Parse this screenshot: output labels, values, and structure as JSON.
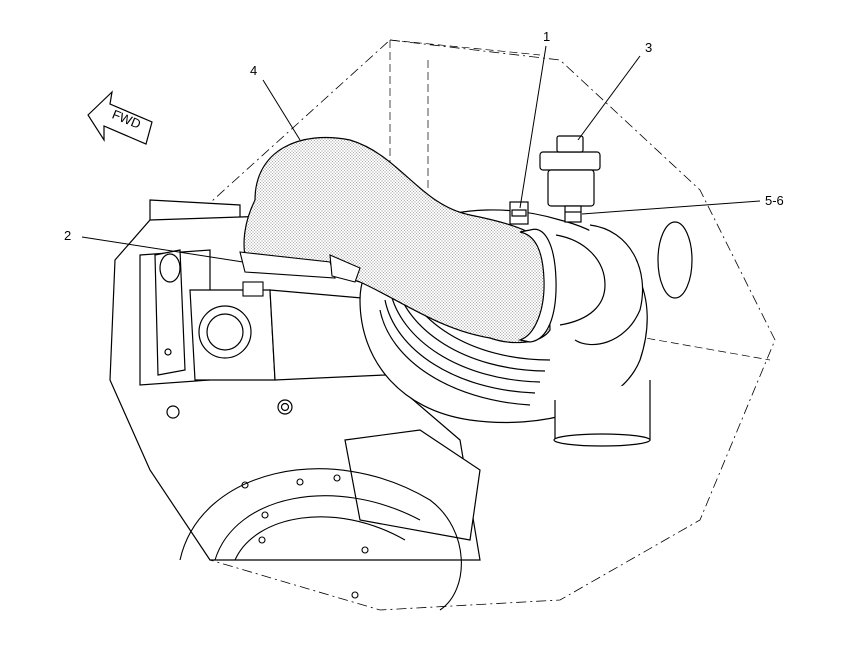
{
  "fwd_label": "FWD",
  "callouts": [
    {
      "id": "1",
      "text": "1"
    },
    {
      "id": "2",
      "text": "2"
    },
    {
      "id": "3",
      "text": "3"
    },
    {
      "id": "4",
      "text": "4"
    },
    {
      "id": "5-6",
      "text": "5-6"
    }
  ],
  "colors": {
    "line": "#000000",
    "hose_fill": "#d9d9d9",
    "background": "#ffffff"
  }
}
